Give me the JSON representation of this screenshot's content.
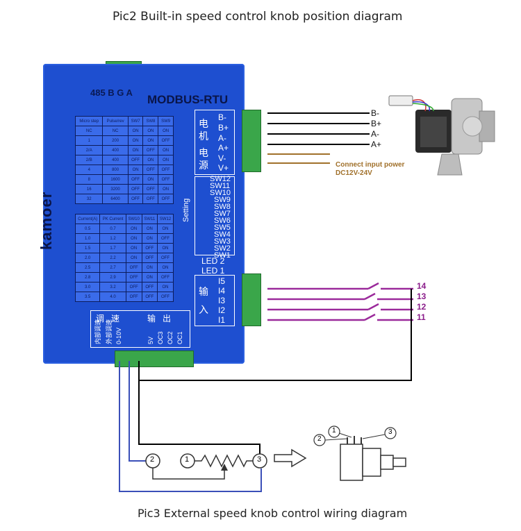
{
  "captions": {
    "top": "Pic2   Built-in speed control knob position diagram",
    "bottom": "Pic3   External speed knob control wiring diagram"
  },
  "board": {
    "model_label": "485 B G A",
    "protocol": "MODBUS-RTU",
    "brand": "kamoer",
    "setting_label": "Setting",
    "led_labels": [
      "LED 2",
      "LED 1"
    ],
    "motor_cn": "电机",
    "power_cn": "电源",
    "input_cn": "输入",
    "speed_cn": "调速",
    "output_cn": "输出",
    "motor_terminals": [
      "B-",
      "B+",
      "A-",
      "A+"
    ],
    "power_terminals": [
      "V-",
      "V+"
    ],
    "switch_labels": [
      "SW12",
      "SW11",
      "SW10",
      "SW9",
      "SW8",
      "SW7",
      "SW6",
      "SW5",
      "SW4",
      "SW3",
      "SW2",
      "SW1"
    ],
    "input_terminals": [
      "I5",
      "I4",
      "I3",
      "I2",
      "I1"
    ],
    "bottom_terminals": [
      "内部调速",
      "外部调速",
      "0-10V",
      "5V",
      "OC3",
      "OC2",
      "OC1"
    ],
    "microstep_table": {
      "headers": [
        "Micro step",
        "Pulse/rev",
        "SW7",
        "SW8",
        "SW9"
      ],
      "rows": [
        [
          "NC",
          "NC",
          "ON",
          "ON",
          "ON"
        ],
        [
          "1",
          "200",
          "ON",
          "ON",
          "OFF"
        ],
        [
          "2/A",
          "400",
          "ON",
          "OFF",
          "ON"
        ],
        [
          "2/B",
          "400",
          "OFF",
          "ON",
          "ON"
        ],
        [
          "4",
          "800",
          "ON",
          "OFF",
          "OFF"
        ],
        [
          "8",
          "1600",
          "OFF",
          "ON",
          "OFF"
        ],
        [
          "16",
          "3200",
          "OFF",
          "OFF",
          "ON"
        ],
        [
          "32",
          "6400",
          "OFF",
          "OFF",
          "OFF"
        ]
      ]
    },
    "current_table": {
      "headers": [
        "Current(A)",
        "PK Current",
        "SW10",
        "SW11",
        "SW12"
      ],
      "rows": [
        [
          "0.5",
          "0.7",
          "ON",
          "ON",
          "ON"
        ],
        [
          "1.0",
          "1.2",
          "ON",
          "ON",
          "OFF"
        ],
        [
          "1.5",
          "1.7",
          "ON",
          "OFF",
          "ON"
        ],
        [
          "2.0",
          "2.2",
          "ON",
          "OFF",
          "OFF"
        ],
        [
          "2.5",
          "2.7",
          "OFF",
          "ON",
          "ON"
        ],
        [
          "2.8",
          "2.9",
          "OFF",
          "ON",
          "OFF"
        ],
        [
          "3.0",
          "3.2",
          "OFF",
          "OFF",
          "ON"
        ],
        [
          "3.5",
          "4.0",
          "OFF",
          "OFF",
          "OFF"
        ]
      ]
    }
  },
  "wires": {
    "motor_labels": [
      "B-",
      "B+",
      "A-",
      "A+"
    ],
    "power_note_line1": "Connect input power",
    "power_note_line2": "DC12V-24V",
    "input_numbers": [
      "14",
      "13",
      "12",
      "11"
    ]
  },
  "potentiometer": {
    "pins": [
      "1",
      "2",
      "3"
    ]
  },
  "colors": {
    "board": "#1e4fd0",
    "terminal_green": "#3aa64a",
    "input_wire": "#9b2a9b",
    "power_wire": "#a0702a",
    "knob_wire": "#3a4fb8"
  }
}
